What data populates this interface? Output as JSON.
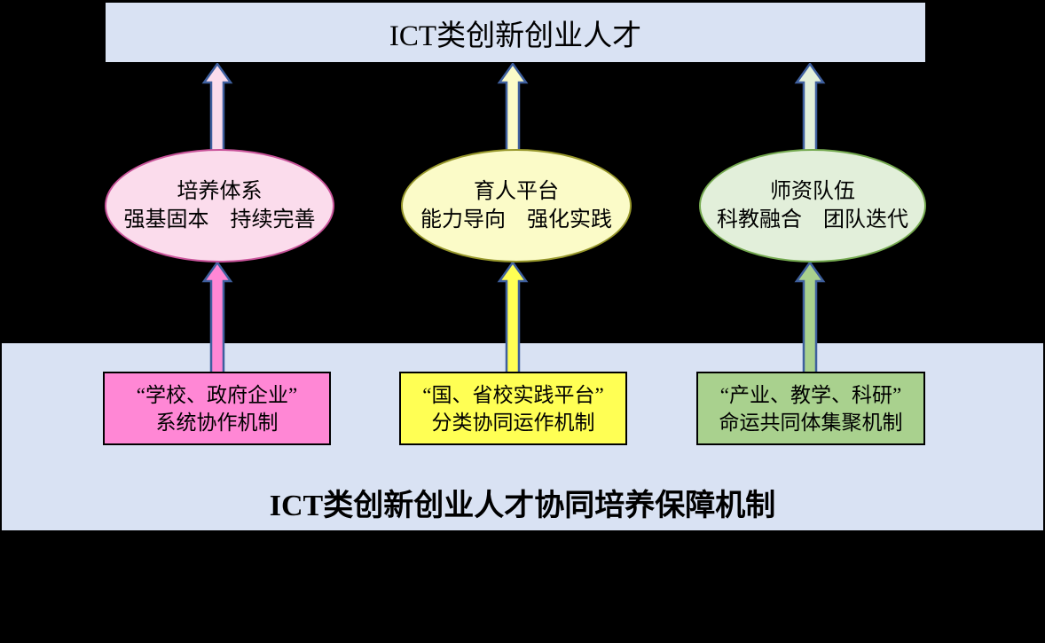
{
  "top_banner": {
    "title": "ICT类创新创业人才"
  },
  "bottom_panel": {
    "title": "ICT类创新创业人才协同培养保障机制"
  },
  "columns": [
    {
      "theme": "pink",
      "ellipse_line1": "培养体系",
      "ellipse_line2": "强基固本　持续完善",
      "box_line1": "“学校、政府企业”",
      "box_line2": "系统协作机制"
    },
    {
      "theme": "yellow",
      "ellipse_line1": "育人平台",
      "ellipse_line2": "能力导向　强化实践",
      "box_line1": "“国、省校实践平台”",
      "box_line2": "分类协同运作机制"
    },
    {
      "theme": "green",
      "ellipse_line1": "师资队伍",
      "ellipse_line2": "科教融合　团队迭代",
      "box_line1": "“产业、教学、科研”",
      "box_line2": "命运共同体集聚机制"
    }
  ],
  "colors": {
    "background": "#000000",
    "panel": "#D9E2F3",
    "arrow_border": "#3E5F9E",
    "box_border": "#000000",
    "pink_light": "#FBDCEC",
    "pink_bright": "#FF87D5",
    "pink_ellipse_border": "#C9539A",
    "yellow_light": "#FBFBC8",
    "yellow_bright": "#FFFF54",
    "yellow_ellipse_border": "#97972B",
    "green_light": "#E2EFDA",
    "green_bright": "#A9D18E",
    "green_ellipse_border": "#74A94F"
  }
}
